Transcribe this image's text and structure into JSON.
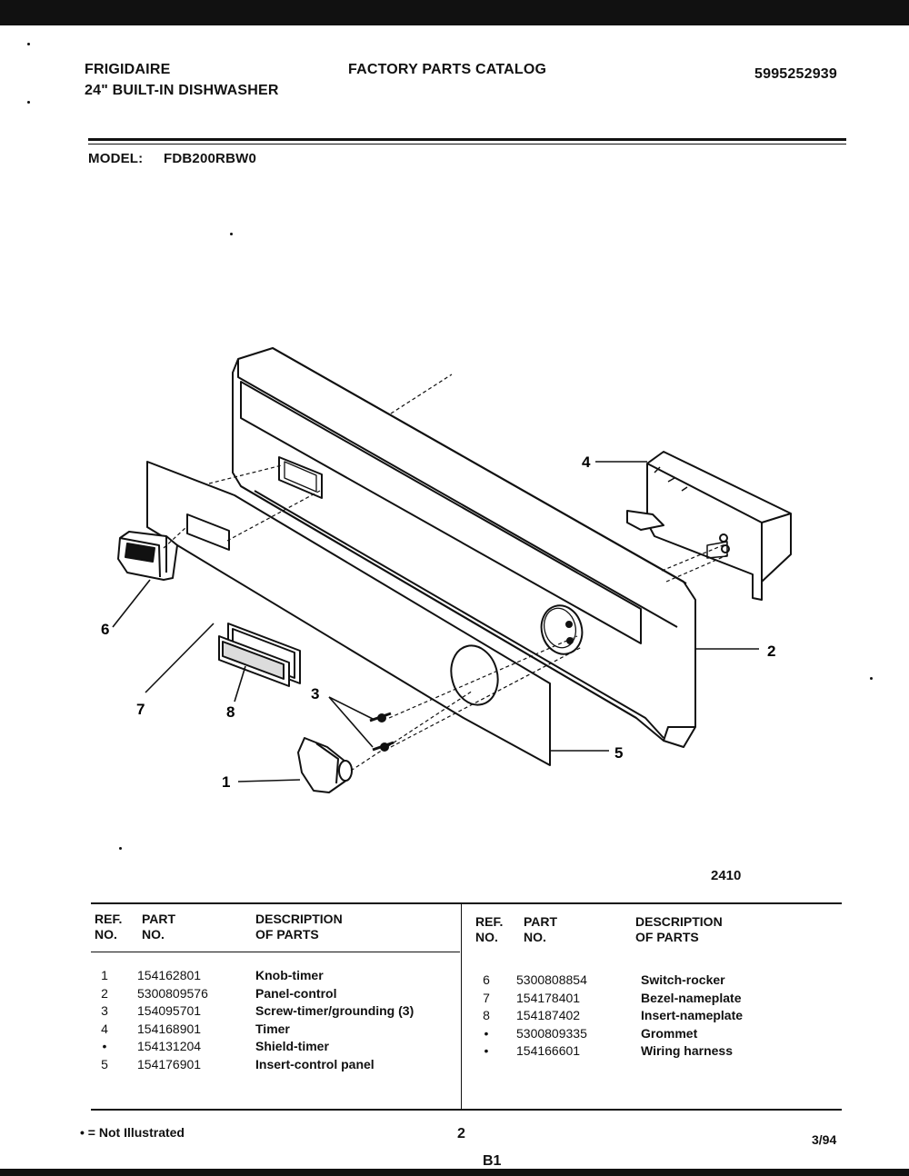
{
  "header": {
    "brand": "FRIGIDAIRE",
    "product": "24\" BUILT-IN DISHWASHER",
    "catalog_title": "FACTORY PARTS CATALOG",
    "catalog_number": "5995252939",
    "model_label": "MODEL:",
    "model_number": "FDB200RBW0"
  },
  "diagram": {
    "callouts": [
      "1",
      "2",
      "3",
      "4",
      "5",
      "6",
      "7",
      "8"
    ],
    "drawing_number": "2410"
  },
  "table": {
    "headers": {
      "ref": [
        "REF.",
        "NO."
      ],
      "part": [
        "PART",
        "NO."
      ],
      "description": [
        "DESCRIPTION",
        "OF PARTS"
      ]
    },
    "left_rows": [
      {
        "ref": "1",
        "part": "154162801",
        "desc": "Knob-timer"
      },
      {
        "ref": "2",
        "part": "5300809576",
        "desc": "Panel-control"
      },
      {
        "ref": "3",
        "part": "154095701",
        "desc": "Screw-timer/grounding (3)"
      },
      {
        "ref": "4",
        "part": "154168901",
        "desc": "Timer"
      },
      {
        "ref": "•",
        "part": "154131204",
        "desc": "Shield-timer"
      },
      {
        "ref": "5",
        "part": "154176901",
        "desc": "Insert-control panel"
      }
    ],
    "right_rows": [
      {
        "ref": "6",
        "part": "5300808854",
        "desc": "Switch-rocker"
      },
      {
        "ref": "7",
        "part": "154178401",
        "desc": "Bezel-nameplate"
      },
      {
        "ref": "8",
        "part": "154187402",
        "desc": "Insert-nameplate"
      },
      {
        "ref": "•",
        "part": "5300809335",
        "desc": "Grommet"
      },
      {
        "ref": "•",
        "part": "154166601",
        "desc": "Wiring harness"
      }
    ]
  },
  "footer": {
    "legend": "• = Not Illustrated",
    "page_number": "2",
    "date": "3/94",
    "section": "B1"
  }
}
